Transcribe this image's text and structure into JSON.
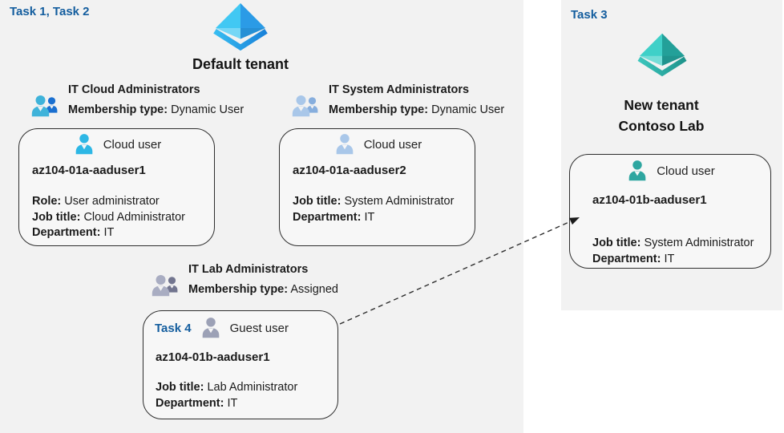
{
  "left_panel": {
    "task_label": "Task 1, Task 2",
    "tenant_title": "Default tenant",
    "groups": [
      {
        "title": "IT Cloud Administrators",
        "membership_label": "Membership type:",
        "membership_value": "Dynamic User"
      },
      {
        "title": "IT System Administrators",
        "membership_label": "Membership type:",
        "membership_value": "Dynamic User"
      },
      {
        "title": "IT Lab Administrators",
        "membership_label": "Membership type:",
        "membership_value": "Assigned"
      }
    ],
    "cards": [
      {
        "type_label": "Cloud user",
        "name": "az104-01a-aaduser1",
        "fields": [
          {
            "label": "Role:",
            "value": "User administrator"
          },
          {
            "label": "Job title:",
            "value": "Cloud Administrator"
          },
          {
            "label": "Department:",
            "value": "IT"
          }
        ]
      },
      {
        "type_label": "Cloud user",
        "name": "az104-01a-aaduser2",
        "fields": [
          {
            "label": "Job title:",
            "value": "System Administrator"
          },
          {
            "label": "Department:",
            "value": "IT"
          }
        ]
      },
      {
        "task_label": "Task 4",
        "type_label": "Guest user",
        "name": "az104-01b-aaduser1",
        "fields": [
          {
            "label": "Job title:",
            "value": "Lab Administrator"
          },
          {
            "label": "Department:",
            "value": "IT"
          }
        ]
      }
    ]
  },
  "right_panel": {
    "task_label": "Task 3",
    "tenant_title_line1": "New tenant",
    "tenant_title_line2": "Contoso Lab",
    "card": {
      "type_label": "Cloud user",
      "name": "az104-01b-aaduser1",
      "fields": [
        {
          "label": "Job title:",
          "value": "System Administrator"
        },
        {
          "label": "Department:",
          "value": "IT"
        }
      ]
    }
  },
  "icons": {
    "default_tenant_icon": "azure-ad-tenant-pyramid-blue",
    "new_tenant_icon": "azure-ad-tenant-pyramid-teal",
    "cloud_user_icon": "person",
    "guest_user_icon": "person",
    "group_icon": "two-people",
    "invite_arrow": "dashed-arrow"
  },
  "colors": {
    "task_label_blue": "#135d9e",
    "panel_bg": "#f2f2f2",
    "card_bg": "#f7f7f7",
    "card_border": "#2e2e2e",
    "azure_tenant_blue_light": "#41c8f3",
    "azure_tenant_blue_dark": "#2b9be6",
    "azure_tenant_teal_light": "#3fd0c8",
    "azure_tenant_teal_dark": "#23a099",
    "cloud_user_cyan": "#2db7e5",
    "cloud_user_pale_blue": "#a9c7e9",
    "guest_user_gray": "#9ca1b6",
    "cloud_user_teal": "#2ea6a0",
    "group_cloud_front": "#3fb3da",
    "group_cloud_back": "#1a6fd0",
    "group_system_front": "#a9c7e9",
    "group_system_back": "#87aedd",
    "group_lab_front": "#a9adc2",
    "group_lab_back": "#72758f",
    "arrow": "#2f2f2f"
  }
}
